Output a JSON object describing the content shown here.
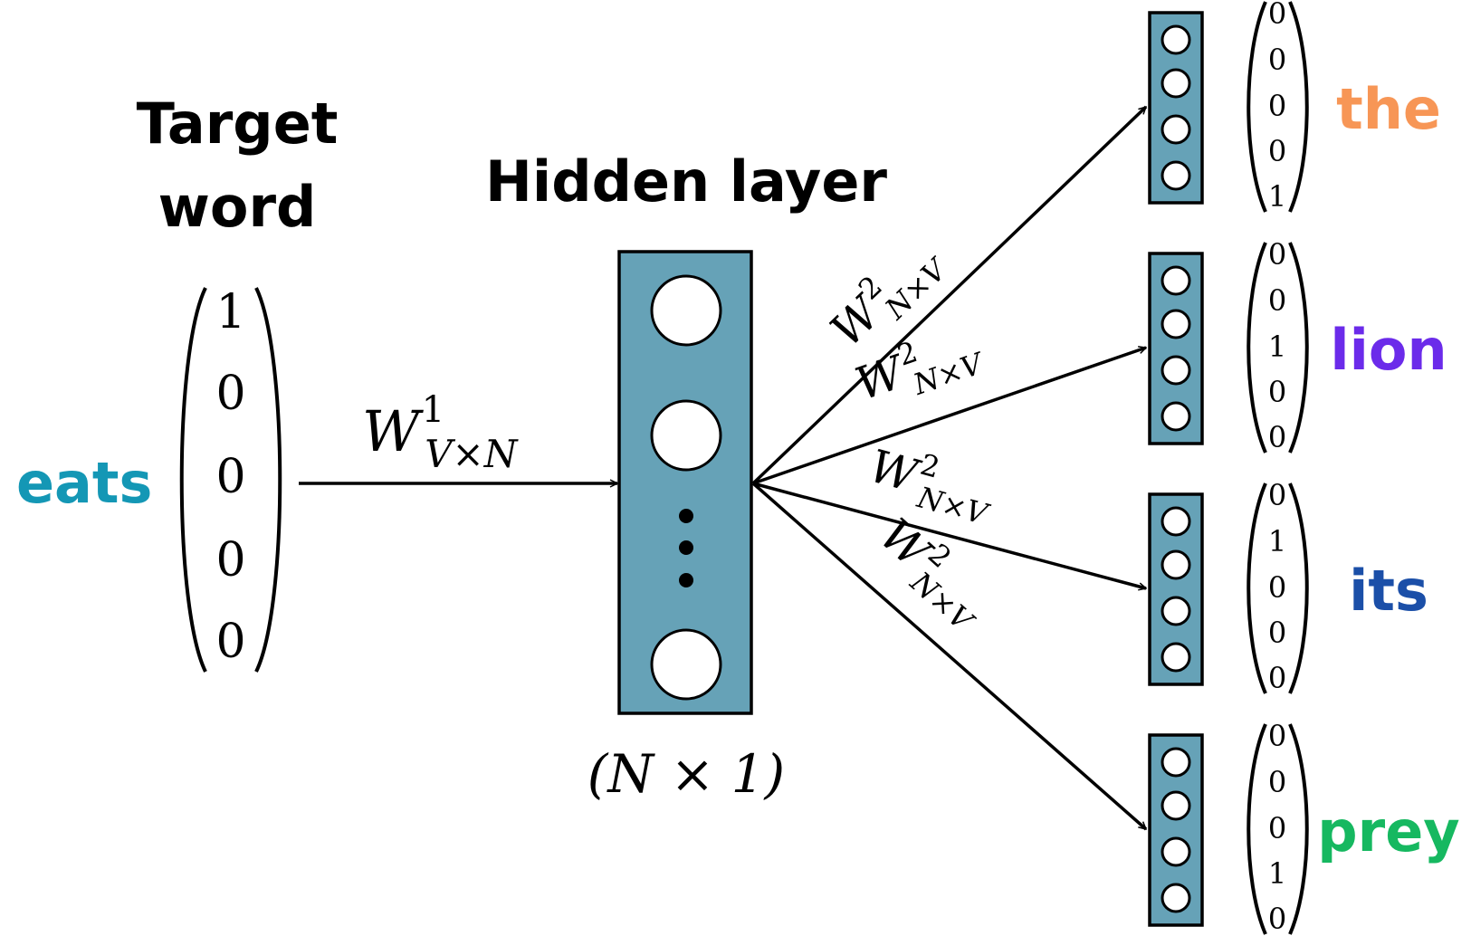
{
  "title_target": [
    "Target",
    "word"
  ],
  "title_hidden": "Hidden layer",
  "input_word": {
    "text": "eats",
    "color": "#1497b5"
  },
  "input_vector": [
    "1",
    "0",
    "0",
    "0",
    "0"
  ],
  "weight1": {
    "base": "W",
    "sup": "1",
    "sub": "V×N"
  },
  "weight2": {
    "base": "W",
    "sup": "2",
    "sub": "N×V"
  },
  "hidden_dim_label": "(N × 1)",
  "box_fill": "#66a2b7",
  "outputs": [
    {
      "word": "the",
      "color": "#f79656",
      "vector": [
        "0",
        "0",
        "0",
        "0",
        "1"
      ]
    },
    {
      "word": "lion",
      "color": "#6b2bea",
      "vector": [
        "0",
        "0",
        "1",
        "0",
        "0"
      ]
    },
    {
      "word": "its",
      "color": "#1b4fa8",
      "vector": [
        "0",
        "1",
        "0",
        "0",
        "0"
      ]
    },
    {
      "word": "prey",
      "color": "#16b860",
      "vector": [
        "0",
        "0",
        "0",
        "1",
        "0"
      ]
    }
  ]
}
